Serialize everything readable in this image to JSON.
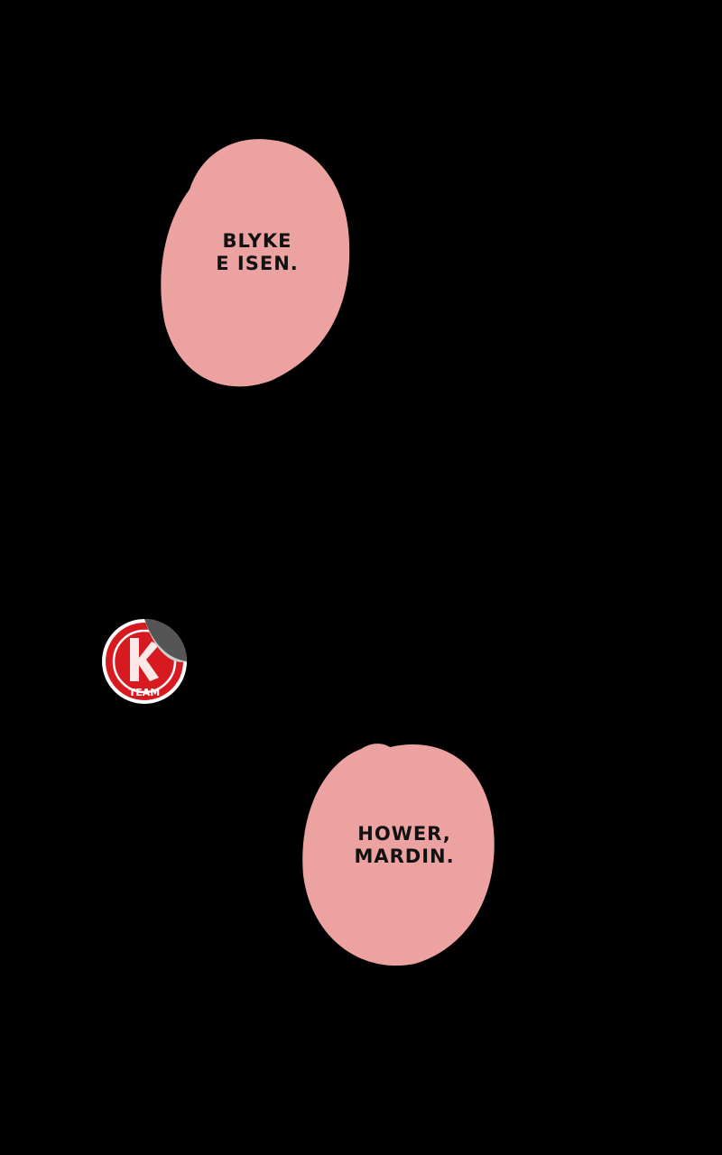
{
  "panel": {
    "background": "#000000",
    "bubble_color": "#eda2a2",
    "bubbles": [
      {
        "lines": [
          "BLYKE",
          "E ISEN."
        ]
      },
      {
        "lines": [
          "HOWER,",
          "MARDIN."
        ]
      }
    ],
    "watermark": {
      "text": "TEAM",
      "icon": "sticker-logo-icon",
      "color": "#d71920"
    }
  }
}
